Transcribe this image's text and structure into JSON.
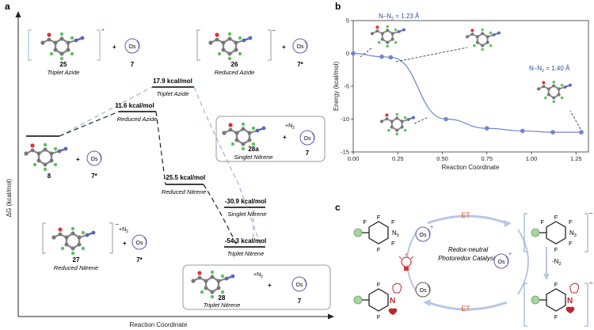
{
  "panels": {
    "a": "a",
    "b": "b",
    "c": "c"
  },
  "panel_a": {
    "y_axis": "ΔG (kcal/mol)",
    "x_axis": "Reaction Coordinate",
    "levels": [
      {
        "value": "17.9 kcal/mol",
        "label": "Triplet Azide"
      },
      {
        "value": "11.6 kcal/mol",
        "label": "Reduced Azide"
      },
      {
        "value": "-25.5 kcal/mol",
        "label": "Reduced Nitrene"
      },
      {
        "value": "-30.9 kcal/mol",
        "label": "Singlet Nitrene"
      },
      {
        "value": "-54.3 kcal/mol",
        "label": "Triplet Nitrene"
      }
    ],
    "structures": {
      "s25": {
        "num": "25",
        "name": "Triplet Azide",
        "plus": "+",
        "partner": "7",
        "charge": "+"
      },
      "s26": {
        "num": "26",
        "name": "Reduced Azide",
        "plus": "+",
        "partner": "7*",
        "charge": "–"
      },
      "s8": {
        "num": "8",
        "plus": "+",
        "partner": "7*"
      },
      "s28a": {
        "num": "28a",
        "name": "Singlet Nitrene",
        "n2": "+N",
        "n2sub": "2",
        "plus": "+",
        "partner": "7"
      },
      "s27": {
        "num": "27",
        "name": "Reduced Nitrene",
        "n2": "+N",
        "n2sub": "2",
        "plus": "+",
        "partner": "7*",
        "charge": "–"
      },
      "s28": {
        "num": "28",
        "name": "Triplet Nitrene",
        "n2": "+N",
        "n2sub": "2",
        "plus": "+",
        "partner": "7"
      }
    },
    "os": "Os"
  },
  "chart_data": {
    "type": "line",
    "title": "",
    "xlabel": "Reaction Coordinate",
    "ylabel": "Energy (kcal/mol)",
    "xlim": [
      0,
      1.32
    ],
    "ylim": [
      -15,
      5
    ],
    "xticks": [
      "0.00",
      "0.25",
      "0.50",
      "0.75",
      "1.00",
      "1.25"
    ],
    "yticks": [
      "5",
      "0",
      "-5",
      "-10",
      "-15"
    ],
    "x": [
      0.0,
      0.16,
      0.21,
      0.52,
      0.75,
      0.95,
      1.12,
      1.28
    ],
    "y": [
      0.0,
      -0.5,
      -0.6,
      -10.0,
      -11.4,
      -11.8,
      -12.0,
      -12.0
    ],
    "color": "#6f87c9",
    "annotations": [
      {
        "text": "N–N",
        "sub": "2",
        "tail": " = 1.23 Å"
      },
      {
        "text": "N–N",
        "sub": "2",
        "tail": " = 1.40 Å"
      }
    ]
  },
  "panel_c": {
    "center": [
      "Redox-neutral",
      "Photoredox Catalysis"
    ],
    "et_top": "ET",
    "et_bottom": "ET",
    "n2_loss": "-N",
    "n2_sub": "2",
    "azide": "N",
    "azide_sub": "3",
    "nitrene_n": "N",
    "fluorine": "F",
    "os": "Os",
    "minus": "–",
    "plus": "+",
    "colors": {
      "et": "#e4572e",
      "arrow": "#b9c7e6",
      "bracket": "#8aa0cf",
      "green": "#a9d3a4",
      "red": "#b8282e"
    }
  }
}
